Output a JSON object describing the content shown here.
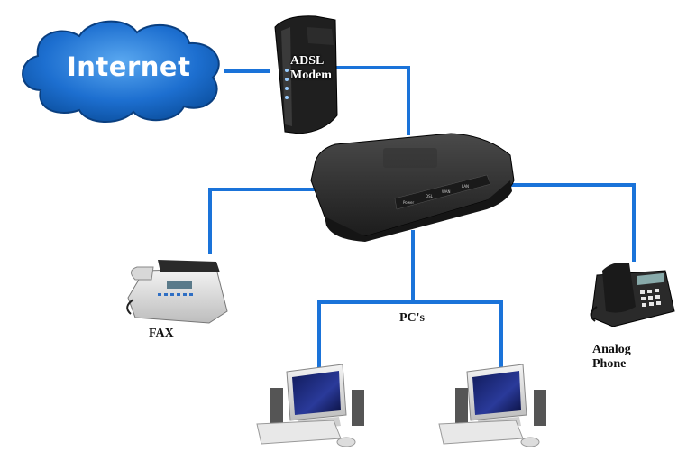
{
  "diagram": {
    "nodes": {
      "internet": {
        "label": "Internet",
        "icon": "cloud-icon"
      },
      "modem": {
        "label_line1": "ADSL",
        "label_line2": "Modem",
        "icon": "modem-icon"
      },
      "router": {
        "icon": "router-icon",
        "panel_labels": [
          "Power",
          "DSL",
          "WAN",
          "LAN"
        ]
      },
      "fax": {
        "label": "FAX",
        "icon": "fax-icon"
      },
      "pcs": {
        "label": "PC's",
        "icon": "computer-icon"
      },
      "phone": {
        "label_line1": "Analog",
        "label_line2": "Phone",
        "icon": "phone-icon"
      }
    },
    "colors": {
      "connection": "#1a73d9",
      "cloud_dark": "#0b4f9e",
      "cloud_light": "#3f95e8",
      "device_body": "#2a2a2a"
    }
  }
}
